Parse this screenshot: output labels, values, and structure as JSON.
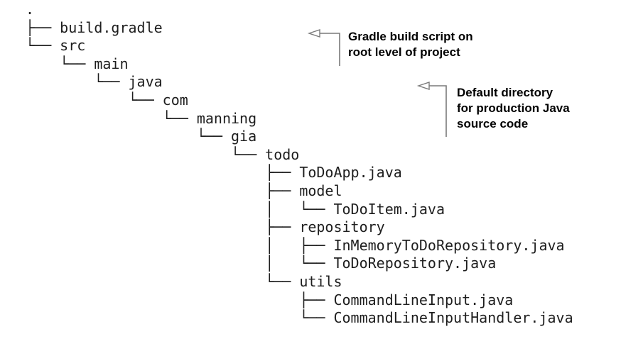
{
  "colors": {
    "background": "#ffffff",
    "tree_text": "#1e1e1e",
    "annotation_text": "#000000",
    "arrow": "#7a7a7a"
  },
  "tree": {
    "lines": [
      ".",
      "├── build.gradle",
      "└── src",
      "    └── main",
      "        └── java",
      "            └── com",
      "                └── manning",
      "                    └── gia",
      "                        └── todo",
      "                            ├── ToDoApp.java",
      "                            ├── model",
      "                            │   └── ToDoItem.java",
      "                            ├── repository",
      "                            │   ├── InMemoryToDoRepository.java",
      "                            │   └── ToDoRepository.java",
      "                            └── utils",
      "                                ├── CommandLineInput.java",
      "                                └── CommandLineInputHandler.java"
    ]
  },
  "annotations": {
    "gradle_build_script": {
      "lines": [
        "Gradle build script on",
        "root level of project"
      ]
    },
    "default_java_dir": {
      "lines": [
        "Default directory",
        "for production Java",
        "source code"
      ]
    }
  }
}
